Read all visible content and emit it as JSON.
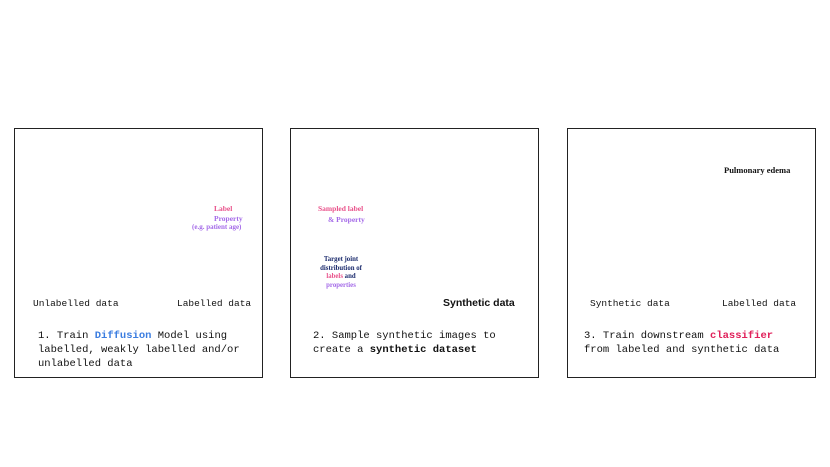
{
  "panel1": {
    "label_text": "Label",
    "property_text": "Property",
    "property_sub": "(e.g. patient age)",
    "unlabelled": "Unlabelled data",
    "labelled": "Labelled data",
    "caption_a": "1. Train ",
    "caption_b": "Diffusion",
    "caption_c": " Model using",
    "caption_2": "labelled, weakly labelled and/or",
    "caption_3": "unlabelled data"
  },
  "panel2": {
    "sampled_label": "Sampled label",
    "and_property": "& Property",
    "target_1": "Target joint",
    "target_2": "distribution of",
    "target_labels": "labels",
    "target_and": " and",
    "target_props": "properties",
    "synthetic_data": "Synthetic data",
    "caption_1": "2. Sample synthetic images to",
    "caption_2a": "create a ",
    "caption_2b": "synthetic dataset"
  },
  "panel3": {
    "output": "Pulmonary edema",
    "synthetic": "Synthetic data",
    "labelled": "Labelled data",
    "caption_1a": "3. Train downstream ",
    "caption_1b": "classifier",
    "caption_2": "from labeled and synthetic data"
  },
  "colors": {
    "unet_blue": "#3f7fe6",
    "classifier_red": "#e0185a",
    "label_pink": "#e9518a",
    "property_purple": "#a46ae8",
    "arrow_gray": "#d4dbdf"
  }
}
